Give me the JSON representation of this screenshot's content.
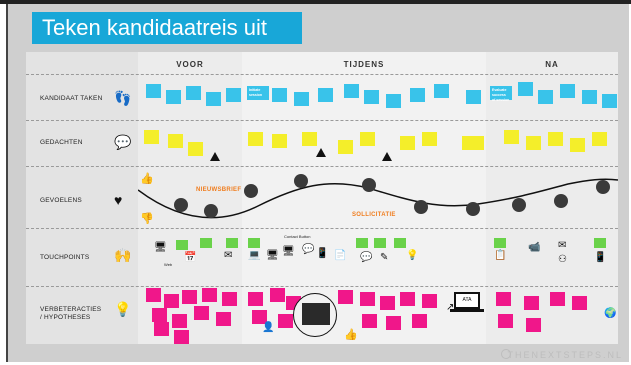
{
  "slide": {
    "title": "Teken kandidaatreis uit",
    "footer": "THENEXTSTEPS.NL"
  },
  "columns": [
    {
      "label": "VOOR"
    },
    {
      "label": "TIJDENS"
    },
    {
      "label": "NA"
    }
  ],
  "rows": [
    {
      "label": "KANDIDAAT TAKEN",
      "icon": "footprints-icon"
    },
    {
      "label": "GEDACHTEN",
      "icon": "speech-bubble-icon"
    },
    {
      "label": "GEVOELENS",
      "icon": "heart-icon"
    },
    {
      "label": "TOUCHPOINTS",
      "icon": "hands-icon"
    },
    {
      "label": "VERBETERACTIES / HYPOTHESES",
      "icon": "lightbulb-icon"
    }
  ],
  "annotations": {
    "nieuwsbrief": "NIEUWSBRIEF",
    "sollicitatie": "SOLLICITATIE"
  },
  "task_notes": {
    "initiate_session": "Initiate session",
    "evaluate_session": "Evaluate success of session"
  },
  "touchpoint_labels": {
    "web": "Web",
    "contact_button": "Contact Button",
    "laptop_screen": "ATA"
  },
  "colors": {
    "title_bar": "#18a7d8",
    "task_note": "#39c3ea",
    "thought_note": "#f4ee2a",
    "touchpoint_note": "#6ad24a",
    "improvement_note": "#f0178a",
    "annotation": "#f07d1e"
  }
}
